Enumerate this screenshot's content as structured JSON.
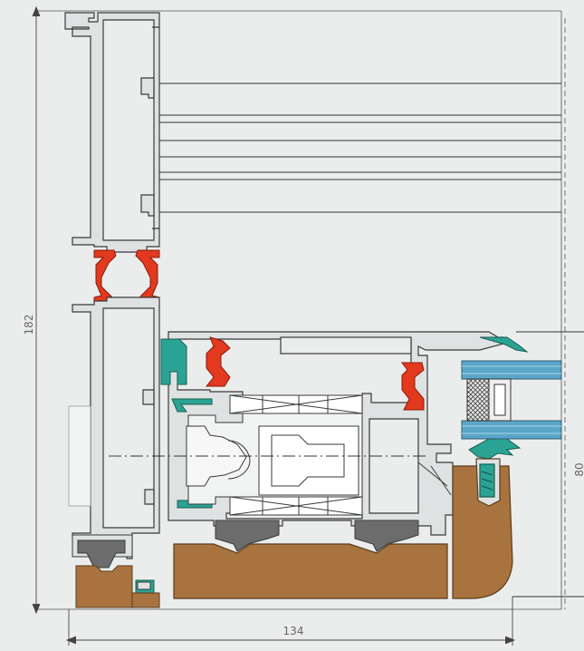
{
  "dimensions": {
    "height": "182",
    "width": "134",
    "right_partial": "80"
  },
  "colors": {
    "background": "#ebedec",
    "aluminium": "#dfe2e2",
    "outline": "#3a3a3a",
    "thermal_break": "#e2391f",
    "gasket": "#2aa394",
    "wood": "#a8733e",
    "glass": "#5aa6c9",
    "rubber": "#6c6c6c"
  }
}
